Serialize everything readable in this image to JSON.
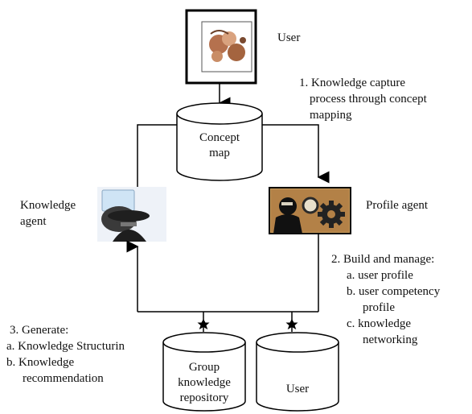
{
  "nodes": {
    "user_top": {
      "label": "User"
    },
    "concept_map": {
      "line1": "Concept",
      "line2": "map"
    },
    "knowledge_agent": {
      "line1": "Knowledge",
      "line2": "agent"
    },
    "profile_agent": {
      "label": "Profile agent"
    },
    "group_repo": {
      "line1": "Group",
      "line2": "knowledge",
      "line3": "repository"
    },
    "user_db": {
      "label": "User"
    }
  },
  "steps": {
    "step1": {
      "line1": "1.  Knowledge  capture",
      "line2": "process through  concept",
      "line3": "mapping"
    },
    "step2": {
      "line1": "2.  Build and manage:",
      "a": "a.  user profile",
      "b1": "b.  user competency",
      "b2": "profile",
      "c1": "c.  knowledge",
      "c2": "networking"
    },
    "step3": {
      "line1": "3.  Generate:",
      "a": "a. Knowledge  Structurin",
      "b1": "b. Knowledge",
      "b2": "recommendation"
    }
  },
  "icons": {
    "user_photo": "user-portrait-icon",
    "knowledge_agent": "spy-agent-computer-icon",
    "profile_agent": "gear-silhouette-icon"
  }
}
